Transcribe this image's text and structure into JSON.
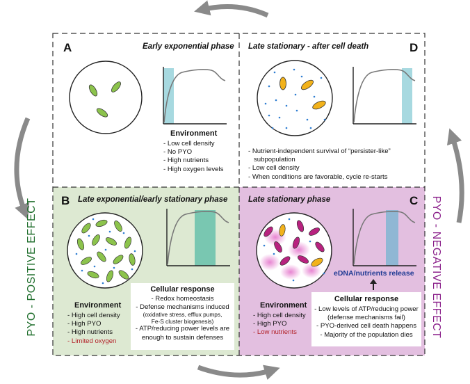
{
  "side_labels": {
    "left": "PYO - POSITIVE EFFECT",
    "right": "PYO - NEGATIVE EFFECT"
  },
  "panels": {
    "A": {
      "letter": "A",
      "title": "Early exponential phase",
      "env_heading": "Environment",
      "env_items": [
        "- Low cell density",
        "- No PYO",
        "- High nutrients",
        "- High oxygen levels"
      ]
    },
    "D": {
      "letter": "D",
      "title": "Late stationary - after cell death",
      "items": [
        "- Nutrient-independent survival of “persister-like”",
        "  subpopulation",
        "- Low cell density",
        "- When conditions are favorable, cycle re-starts"
      ]
    },
    "B": {
      "letter": "B",
      "title": "Late exponential/early stationary phase",
      "env_heading": "Environment",
      "env_items": [
        "- High cell density",
        "- High PYO",
        "- High nutrients",
        "- Limited oxygen"
      ],
      "resp_heading": "Cellular response",
      "resp_items": [
        "- Redox homeostasis",
        "- Defense mechanisms induced",
        "(oxidative stress, efflux pumps,",
        "Fe-S cluster biogenesis)",
        "- ATP/reducing power levels are",
        "enough to sustain defenses"
      ]
    },
    "C": {
      "letter": "C",
      "title": "Late stationary phase",
      "release_label": "eDNA/nutrients release",
      "env_heading": "Environment",
      "env_items": [
        "- High cell density",
        "- High PYO",
        "- Low nutrients"
      ],
      "resp_heading": "Cellular response",
      "resp_items": [
        "- Low levels of ATP/reducing power",
        "(defense mechanisms fail)",
        "- PYO-derived cell death happens",
        "- Majority of the population dies"
      ]
    }
  },
  "colors": {
    "panel_B_bg": "#dde9d2",
    "panel_C_bg": "#e3bfe0",
    "green_cell": "#8cc34c",
    "orange_cell": "#f2b21b",
    "magenta_cell": "#b8227f",
    "pyo_dot": "#2e7dd1",
    "highlight_teal": "#a7d9e0",
    "side_left": "#1f6e2c",
    "side_right": "#8a1f8a",
    "release_label": "#1f3a93"
  }
}
